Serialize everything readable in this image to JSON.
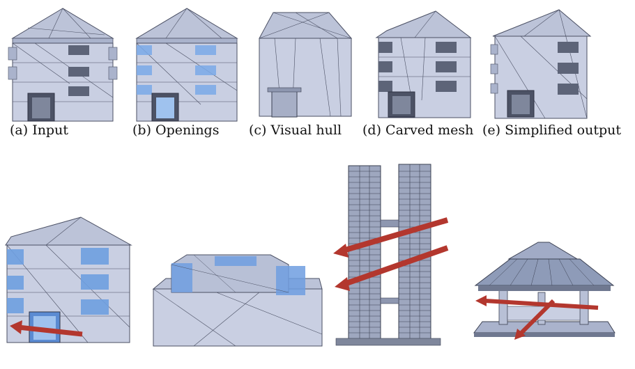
{
  "captions": {
    "a": "(a) Input",
    "b": "(b) Openings",
    "c": "(c) Visual hull",
    "d": "(d) Carved mesh",
    "e": "(e) Simplified output"
  },
  "colors": {
    "mesh_fill": "#c9cfe2",
    "mesh_side": "#aab3cc",
    "mesh_roof": "#bcc3d8",
    "wire": "#4a4f63",
    "opening_blue": "#7aa9e8",
    "arrow_red": "#b3372e"
  }
}
